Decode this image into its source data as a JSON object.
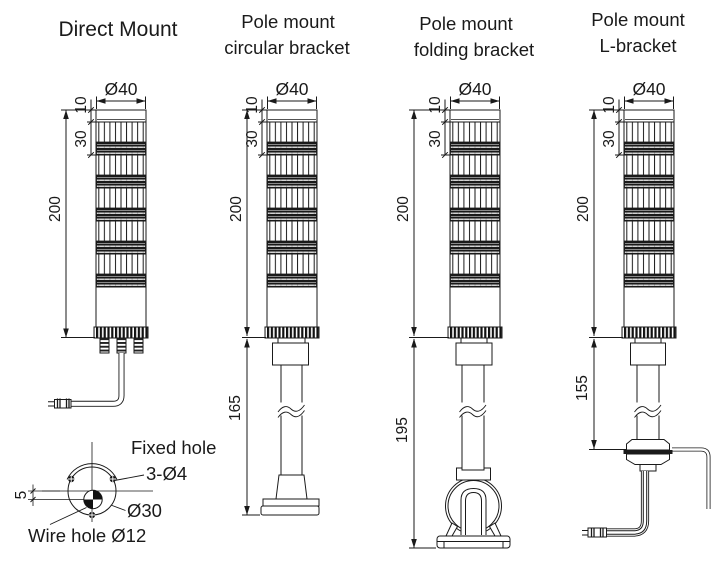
{
  "columns": [
    {
      "id": "direct",
      "title_line1": "Direct Mount",
      "title_line2": "",
      "pole_height": ""
    },
    {
      "id": "circular",
      "title_line1": "Pole mount",
      "title_line2": "circular bracket",
      "pole_height": "165"
    },
    {
      "id": "folding",
      "title_line1": "Pole mount",
      "title_line2": "folding bracket",
      "pole_height": "195"
    },
    {
      "id": "l_bracket",
      "title_line1": "Pole mount",
      "title_line2": "L-bracket",
      "pole_height": "155"
    }
  ],
  "shared_dimensions": {
    "diameter": "Ø40",
    "cap_height": "10",
    "segment_height": "30",
    "tower_height": "200"
  },
  "detail_view": {
    "fixed_hole_label": "Fixed hole",
    "fixed_hole_spec": "3-Ø4",
    "bolt_circle_diameter": "Ø30",
    "wire_hole_label": "Wire hole Ø12",
    "wire_hole_offset": "5"
  },
  "colors": {
    "line": "#1a1a1a",
    "background": "#ffffff",
    "band_gray": "#8a8a8a"
  }
}
